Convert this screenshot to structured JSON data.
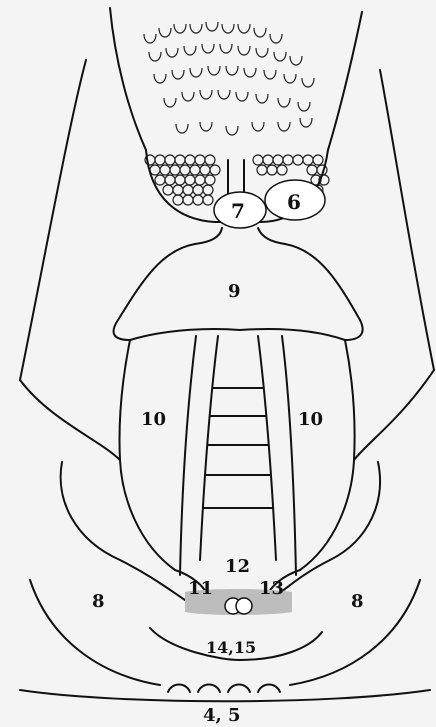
{
  "labels": {
    "l7": "7",
    "l6": "6",
    "l9": "9",
    "l10_left": "10",
    "l10_right": "10",
    "l8_left": "8",
    "l8_right": "8",
    "l12": "12",
    "l11": "11",
    "l13": "13",
    "l14_15": "14,15",
    "l4_5": "4, 5"
  },
  "colors": {
    "background": "#f4f4f4",
    "stroke": "#111111",
    "marker_fill": "#ffffff",
    "highlight_gray": "#bdbdbd"
  }
}
